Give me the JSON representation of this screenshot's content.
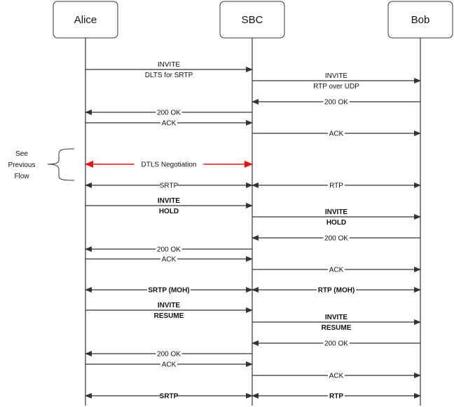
{
  "actors": [
    {
      "id": "alice",
      "label": "Alice"
    },
    {
      "id": "sbc",
      "label": "SBC"
    },
    {
      "id": "bob",
      "label": "Bob"
    }
  ],
  "note": {
    "lines": [
      "See",
      "Previous",
      "Flow"
    ]
  },
  "messages": [
    {
      "from": "alice",
      "to": "sbc",
      "lines": [
        "INVITE",
        "DLTS for SRTP"
      ],
      "bold": false,
      "style": "normal"
    },
    {
      "from": "sbc",
      "to": "bob",
      "lines": [
        "INVITE",
        "RTP over UDP"
      ],
      "bold": false,
      "style": "normal"
    },
    {
      "from": "bob",
      "to": "sbc",
      "lines": [
        "200 OK"
      ],
      "bold": false,
      "style": "normal"
    },
    {
      "from": "sbc",
      "to": "alice",
      "lines": [
        "200 OK"
      ],
      "bold": false,
      "style": "normal"
    },
    {
      "from": "alice",
      "to": "sbc",
      "lines": [
        "ACK"
      ],
      "bold": false,
      "style": "normal"
    },
    {
      "from": "sbc",
      "to": "bob",
      "lines": [
        "ACK"
      ],
      "bold": false,
      "style": "normal"
    },
    {
      "from": "alice",
      "to": "sbc",
      "lines": [
        "DTLS Negotiation"
      ],
      "bold": false,
      "style": "red",
      "both": true
    },
    {
      "from": "alice",
      "to": "sbc",
      "lines": [
        "SRTP"
      ],
      "bold": false,
      "style": "normal",
      "both": true
    },
    {
      "from": "sbc",
      "to": "bob",
      "lines": [
        "RTP"
      ],
      "bold": false,
      "style": "normal",
      "both": true
    },
    {
      "from": "alice",
      "to": "sbc",
      "lines": [
        "INVITE",
        "HOLD"
      ],
      "bold": true,
      "style": "normal"
    },
    {
      "from": "sbc",
      "to": "bob",
      "lines": [
        "INVITE",
        "HOLD"
      ],
      "bold": true,
      "style": "normal"
    },
    {
      "from": "bob",
      "to": "sbc",
      "lines": [
        "200 OK"
      ],
      "bold": false,
      "style": "normal"
    },
    {
      "from": "sbc",
      "to": "alice",
      "lines": [
        "200 OK"
      ],
      "bold": false,
      "style": "normal"
    },
    {
      "from": "alice",
      "to": "sbc",
      "lines": [
        "ACK"
      ],
      "bold": false,
      "style": "normal"
    },
    {
      "from": "sbc",
      "to": "bob",
      "lines": [
        "ACK"
      ],
      "bold": false,
      "style": "normal"
    },
    {
      "from": "alice",
      "to": "sbc",
      "lines": [
        "SRTP (MOH)"
      ],
      "bold": true,
      "style": "normal",
      "both": true
    },
    {
      "from": "sbc",
      "to": "bob",
      "lines": [
        "RTP (MOH)"
      ],
      "bold": true,
      "style": "normal",
      "both": true
    },
    {
      "from": "alice",
      "to": "sbc",
      "lines": [
        "INVITE",
        "RESUME"
      ],
      "bold": true,
      "style": "normal"
    },
    {
      "from": "sbc",
      "to": "bob",
      "lines": [
        "INVITE",
        "RESUME"
      ],
      "bold": true,
      "style": "normal"
    },
    {
      "from": "bob",
      "to": "sbc",
      "lines": [
        "200 OK"
      ],
      "bold": false,
      "style": "normal"
    },
    {
      "from": "sbc",
      "to": "alice",
      "lines": [
        "200 OK"
      ],
      "bold": false,
      "style": "normal"
    },
    {
      "from": "alice",
      "to": "sbc",
      "lines": [
        "ACK"
      ],
      "bold": false,
      "style": "normal"
    },
    {
      "from": "sbc",
      "to": "bob",
      "lines": [
        "ACK"
      ],
      "bold": false,
      "style": "normal"
    },
    {
      "from": "alice",
      "to": "sbc",
      "lines": [
        "SRTP"
      ],
      "bold": true,
      "style": "normal",
      "both": true
    },
    {
      "from": "sbc",
      "to": "bob",
      "lines": [
        "RTP"
      ],
      "bold": true,
      "style": "normal",
      "both": true
    }
  ]
}
